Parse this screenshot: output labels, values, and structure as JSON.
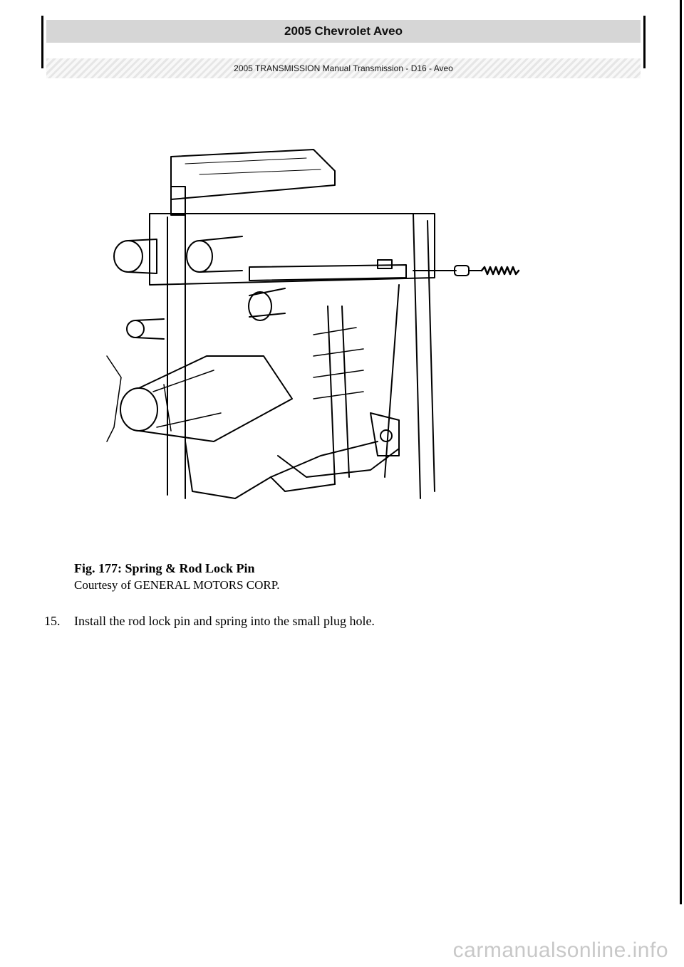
{
  "header": {
    "title": "2005 Chevrolet Aveo",
    "subtitle": "2005 TRANSMISSION Manual Transmission - D16 - Aveo"
  },
  "figure": {
    "caption_title": "Fig. 177: Spring & Rod Lock Pin",
    "caption_credit": "Courtesy of GENERAL MOTORS CORP."
  },
  "step": {
    "number": "15.",
    "text": "Install the rod lock pin and spring into the small plug hole."
  },
  "watermark": "carmanualsonline.info"
}
